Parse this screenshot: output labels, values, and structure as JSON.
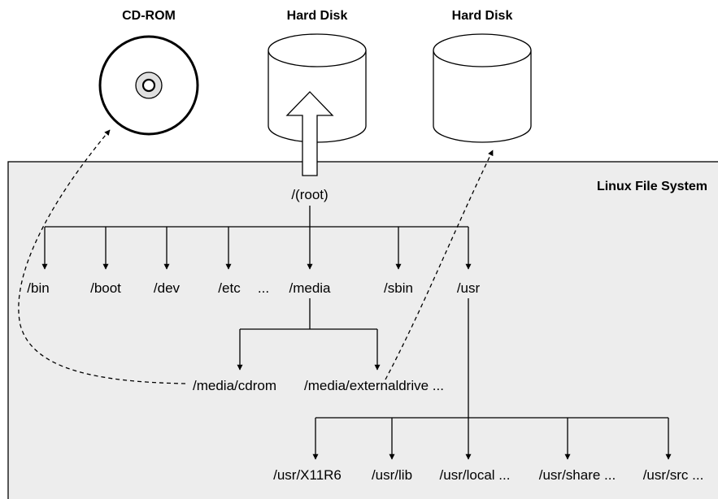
{
  "devices": {
    "cdrom": "CD-ROM",
    "disk1": "Hard Disk",
    "disk2": "Hard Disk"
  },
  "fs_title": "Linux File System",
  "root": "/(root)",
  "top_dirs": {
    "bin": "/bin",
    "boot": "/boot",
    "dev": "/dev",
    "etc": "/etc",
    "ellipsis": "...",
    "media": "/media",
    "sbin": "/sbin",
    "usr": "/usr"
  },
  "media_dirs": {
    "cdrom": "/media/cdrom",
    "externaldrive": "/media/externaldrive ..."
  },
  "usr_dirs": {
    "x11r6": "/usr/X11R6",
    "lib": "/usr/lib",
    "local": "/usr/local ...",
    "share": "/usr/share ...",
    "src": "/usr/src ..."
  },
  "colors": {
    "fs_background": "#ededed",
    "cd_hub": "#e0e0e0",
    "line": "#000000"
  }
}
